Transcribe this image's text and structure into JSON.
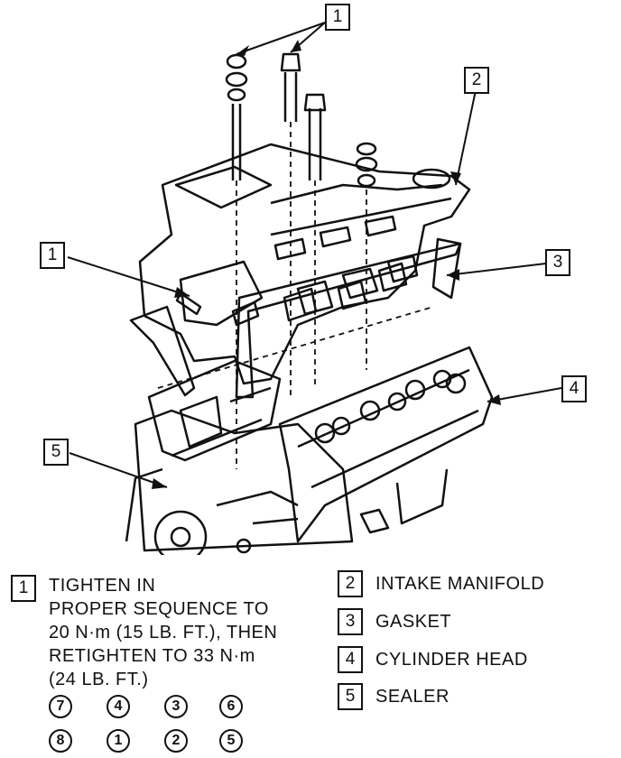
{
  "callouts": [
    {
      "id": "c1a",
      "label": "1"
    },
    {
      "id": "c2",
      "label": "2"
    },
    {
      "id": "c1b",
      "label": "1"
    },
    {
      "id": "c3",
      "label": "3"
    },
    {
      "id": "c4",
      "label": "4"
    },
    {
      "id": "c5",
      "label": "5"
    }
  ],
  "legend": {
    "item1": {
      "number": "1",
      "lines": [
        "TIGHTEN IN",
        "PROPER SEQUENCE TO",
        "20 N·m (15 LB. FT.), THEN",
        "RETIGHTEN TO 33 N·m",
        "(24 LB. FT.)"
      ]
    },
    "item2": {
      "number": "2",
      "text": "INTAKE MANIFOLD"
    },
    "item3": {
      "number": "3",
      "text": "GASKET"
    },
    "item4": {
      "number": "4",
      "text": "CYLINDER HEAD"
    },
    "item5": {
      "number": "5",
      "text": "SEALER"
    }
  },
  "sequence": {
    "row1": [
      "7",
      "4",
      "3",
      "6"
    ],
    "row2": [
      "8",
      "1",
      "2",
      "5"
    ]
  }
}
